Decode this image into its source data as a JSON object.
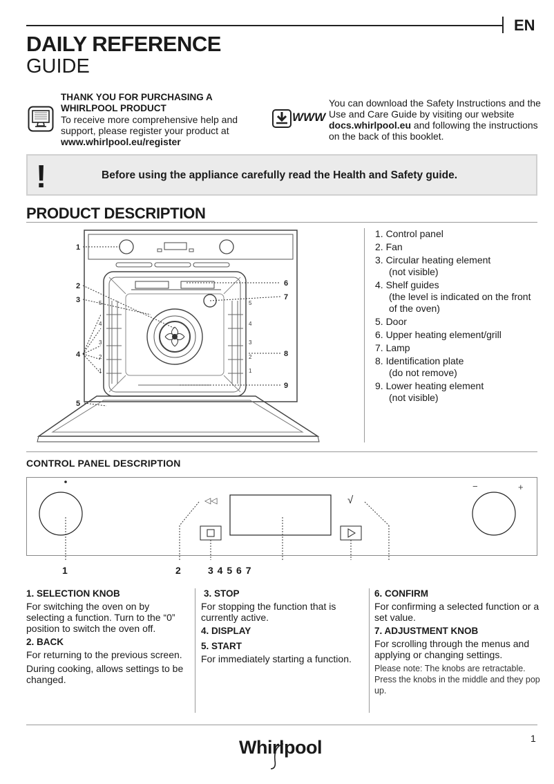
{
  "header": {
    "lang": "EN",
    "title_line1": "DAILY REFERENCE",
    "title_line2": "GUIDE"
  },
  "thanks": {
    "title": "THANK YOU FOR PURCHASING A WHIRLPOOL PRODUCT",
    "text": "To receive more comprehensive help and support, please register your product at",
    "url": "www.whirlpool.eu/register",
    "icon": "monitor-icon"
  },
  "download": {
    "icon": "download-www-icon",
    "icon_label": "WWW",
    "text_before": "You can download the Safety Instructions and the Use and Care Guide by visiting our website ",
    "site": "docs.whirlpool.eu",
    "text_after": " and following the instructions on the back of this booklet."
  },
  "warning": {
    "mark": "!",
    "text": "Before using the appliance carefully read the Health and Safety guide."
  },
  "product": {
    "heading": "PRODUCT DESCRIPTION",
    "parts": [
      {
        "label": "1. Control panel",
        "note": ""
      },
      {
        "label": "2. Fan",
        "note": ""
      },
      {
        "label": "3. Circular heating element",
        "note": "(not visible)"
      },
      {
        "label": "4. Shelf guides",
        "note": "(the level is indicated on the front of the oven)"
      },
      {
        "label": "5. Door",
        "note": ""
      },
      {
        "label": "6. Upper heating element/grill",
        "note": ""
      },
      {
        "label": "7. Lamp",
        "note": ""
      },
      {
        "label": "8. Identification plate",
        "note": "(do not remove)"
      },
      {
        "label": "9. Lower heating element",
        "note": "(not visible)"
      }
    ],
    "callouts": [
      "1",
      "2",
      "3",
      "4",
      "5",
      "6",
      "7",
      "8",
      "9"
    ],
    "shelf_levels": [
      "5",
      "4",
      "3",
      "2",
      "1"
    ]
  },
  "control_panel": {
    "heading": "CONTROL PANEL DESCRIPTION",
    "numbers": [
      "1",
      "2",
      "3 4 5 6 7"
    ],
    "minus": "−",
    "plus": "+",
    "back_glyph": "◁◁",
    "confirm_glyph": "√",
    "sections": {
      "col1": [
        {
          "heading": "1. SELECTION KNOB",
          "text": "For switching the oven on by selecting a function. Turn to the “0” position to switch the oven off."
        },
        {
          "heading": "2. BACK",
          "text": "For returning to the previous screen."
        },
        {
          "heading": "",
          "text": "During cooking, allows settings to be changed."
        }
      ],
      "col2": [
        {
          "heading": "3. STOP",
          "text": "For stopping the function that is currently active."
        },
        {
          "heading": "4. DISPLAY",
          "text": ""
        },
        {
          "heading": "5. START",
          "text": "For immediately starting a function."
        }
      ],
      "col3": [
        {
          "heading": "6. CONFIRM",
          "text": "For confirming a selected function or a set value."
        },
        {
          "heading": "7. ADJUSTMENT KNOB",
          "text": "For scrolling through the menus and applying or changing settings."
        }
      ],
      "note": "Please note: The knobs are retractable. Press the knobs in the middle and they pop up."
    }
  },
  "footer": {
    "page": "1",
    "logo": "Whirlpool"
  }
}
